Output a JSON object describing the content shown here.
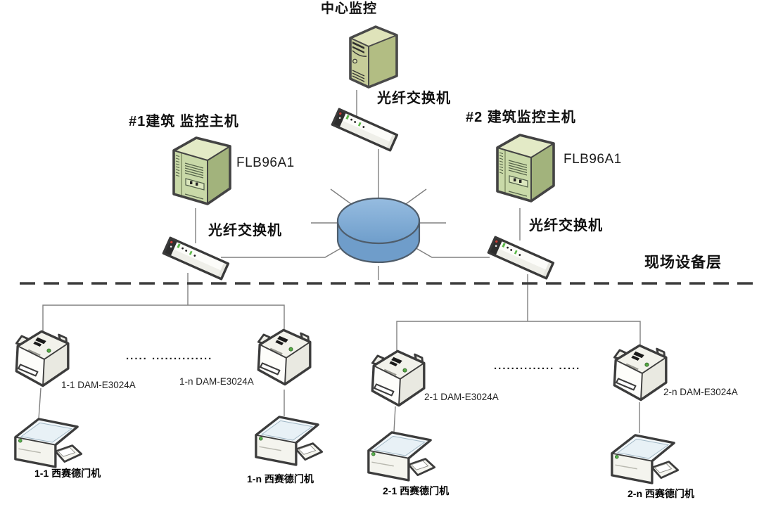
{
  "diagram": {
    "center": {
      "monitor_label": "中心监控",
      "switch_label": "光纤交换机"
    },
    "building1": {
      "host_label": "#1建筑 监控主机",
      "model_label": "FLB96A1",
      "switch_label": "光纤交换机",
      "dam_first_label": "1-1 DAM-E3024A",
      "dam_last_label": "1-n DAM-E3024A",
      "door_first_label": "1-1 西赛德门机",
      "door_last_label": "1-n 西赛德门机",
      "ellipsis": "..... .............."
    },
    "building2": {
      "host_label": "#2 建筑监控主机",
      "model_label": "FLB96A1",
      "switch_label": "光纤交换机",
      "dam_first_label": "2-1 DAM-E3024A",
      "dam_last_label": "2-n DAM-E3024A",
      "door_first_label": "2-1 西赛德门机",
      "door_last_label": "2-n 西赛德门机",
      "ellipsis": ".............. ....."
    },
    "field_layer_label": "现场设备层",
    "icons": {
      "central_server": "tower-server-icon",
      "building_server": "cabinet-server-icon",
      "fiber_switch": "network-switch-icon",
      "network_ring": "network-ring-icon",
      "dam_module": "io-module-icon",
      "door_machine": "printer-icon"
    },
    "colors": {
      "server_green_front": "#c9d9a8",
      "server_green_side": "#a2b37c",
      "server_green_top": "#e3eac6",
      "network_ring_blue": "#7ba6d2",
      "connector_gray": "#808080",
      "outline_dark": "#3d3d3d"
    }
  }
}
